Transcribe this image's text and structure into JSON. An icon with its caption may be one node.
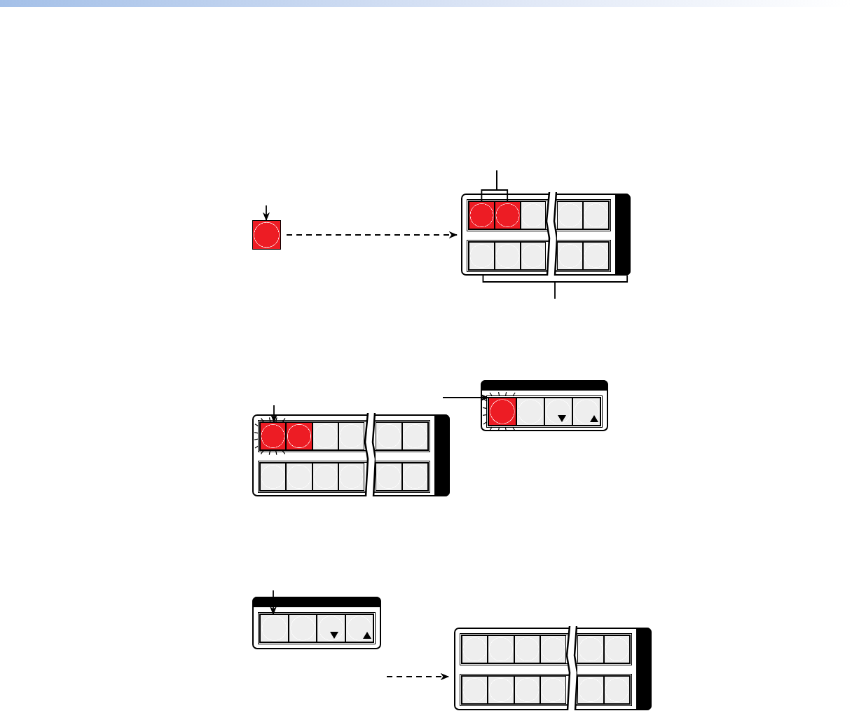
{
  "diagram": {
    "nodes": [
      {
        "text": [],
        "shape": "box"
      },
      {
        "text": [],
        "shape": "box"
      },
      {
        "text": [],
        "shape": "box",
        "in": 1
      },
      {
        "text": [],
        "shape": "box",
        "in": 1
      },
      {
        "text": [],
        "shape": "box",
        "in": 1
      },
      {
        "text": [],
        "shape": "box",
        "in": 1
      },
      {
        "text": [],
        "shape": "box",
        "in": 1
      },
      {
        "text": [],
        "shape": "box",
        "in": 1
      },
      {
        "text": [],
        "shape": "box",
        "in": 1
      },
      {
        "text": [],
        "shape": "box",
        "in": 1
      },
      {
        "text": [],
        "shape": "box",
        "in": 1
      },
      {
        "text": [],
        "shape": "box",
        "in": 1
      },
      {
        "text": [],
        "shape": "box"
      },
      {
        "text": [],
        "shape": "box",
        "in": 12
      },
      {
        "text": [],
        "shape": "box",
        "in": 12
      },
      {
        "text": [],
        "shape": "box",
        "in": 12
      },
      {
        "text": [],
        "shape": "box",
        "in": 12
      },
      {
        "text": [],
        "shape": "box",
        "in": 12
      },
      {
        "text": [],
        "shape": "box",
        "in": 12
      },
      {
        "text": [],
        "shape": "box",
        "in": 12
      },
      {
        "text": [],
        "shape": "box",
        "in": 12
      },
      {
        "text": [],
        "shape": "box",
        "in": 12
      },
      {
        "text": [],
        "shape": "box",
        "in": 12
      },
      {
        "text": [],
        "shape": "box",
        "in": 12
      },
      {
        "text": [],
        "shape": "box",
        "in": 12
      },
      {
        "text": [],
        "shape": "box"
      },
      {
        "text": [],
        "shape": "box",
        "in": 25
      },
      {
        "text": [],
        "shape": "box",
        "in": 25
      },
      {
        "text": [],
        "shape": "box",
        "in": 25
      },
      {
        "text": [],
        "shape": "box",
        "in": 25
      },
      {
        "text": [],
        "shape": "box"
      },
      {
        "text": [],
        "shape": "box",
        "in": 30
      },
      {
        "text": [],
        "shape": "box",
        "in": 30
      },
      {
        "text": [],
        "shape": "box",
        "in": 30
      },
      {
        "text": [],
        "shape": "box",
        "in": 30
      },
      {
        "text": [],
        "shape": "box"
      },
      {
        "text": [],
        "shape": "box",
        "in": 35
      },
      {
        "text": [],
        "shape": "box",
        "in": 35
      },
      {
        "text": [],
        "shape": "box",
        "in": 35
      },
      {
        "text": [],
        "shape": "box",
        "in": 35
      },
      {
        "text": [],
        "shape": "box",
        "in": 35
      },
      {
        "text": [],
        "shape": "box",
        "in": 35
      },
      {
        "text": [],
        "shape": "box",
        "in": 35
      },
      {
        "text": [],
        "shape": "box",
        "in": 35
      },
      {
        "text": [],
        "shape": "box",
        "in": 35
      },
      {
        "text": [],
        "shape": "box",
        "in": 35
      },
      {
        "text": [],
        "shape": "box",
        "in": 35
      },
      {
        "text": [],
        "shape": "box",
        "in": 35
      }
    ],
    "edges": [
      {
        "from": null,
        "to": 0,
        "arrow": "to"
      },
      {
        "from": 0,
        "to": 1,
        "arrow": "to",
        "style": "dashed"
      },
      {
        "from": null,
        "to": 2,
        "arrow": "none"
      },
      {
        "from": null,
        "to": 3,
        "arrow": "none"
      },
      {
        "from": null,
        "to": 1,
        "arrow": "none"
      },
      {
        "from": null,
        "to": 13,
        "arrow": "to"
      },
      {
        "from": null,
        "to": 26,
        "arrow": "to"
      },
      {
        "from": null,
        "to": 31,
        "arrow": "to"
      },
      {
        "from": null,
        "to": 35,
        "arrow": "to",
        "style": "dashed"
      }
    ]
  }
}
